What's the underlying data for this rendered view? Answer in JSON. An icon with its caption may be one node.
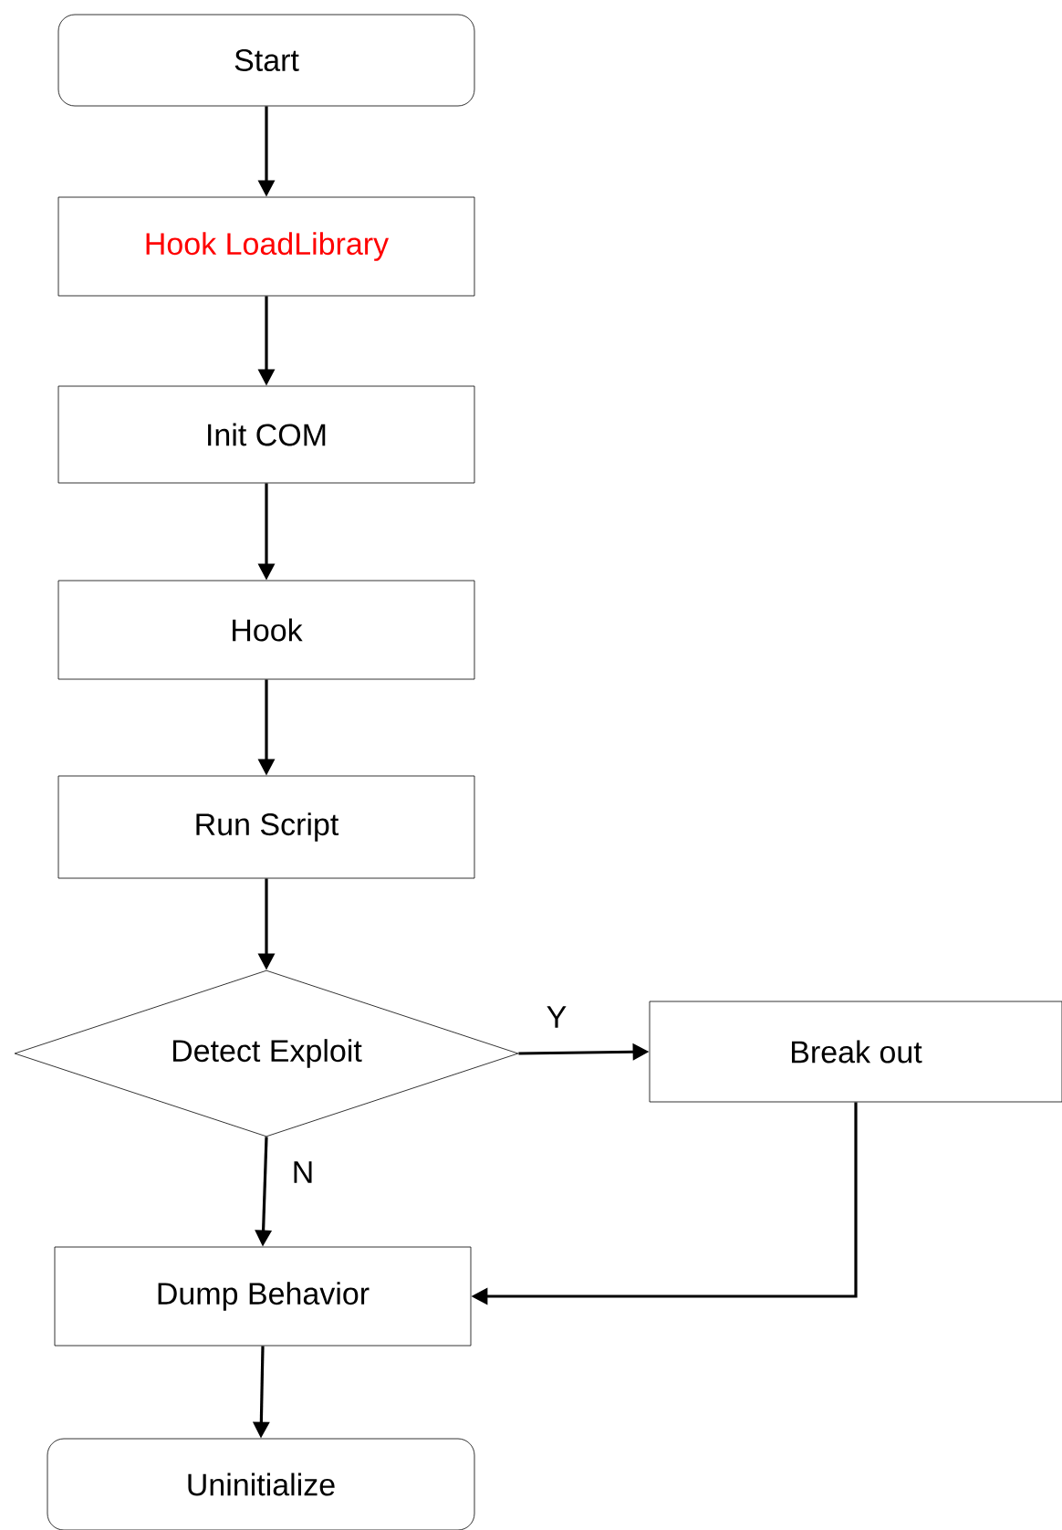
{
  "diagram": {
    "nodes": [
      {
        "text": [
          "Start"
        ]
      },
      {
        "text": [
          "Hook LoadLibrary"
        ]
      },
      {
        "text": [
          "Init COM"
        ]
      },
      {
        "text": [
          "Hook"
        ]
      },
      {
        "text": [
          "Run Script"
        ]
      },
      {
        "text": [
          "Detect Exploit"
        ]
      },
      {
        "text": [
          "Break out"
        ]
      },
      {
        "text": [
          "Dump Behavior"
        ]
      },
      {
        "text": [
          "Uninitialize"
        ]
      }
    ],
    "edges": [
      {
        "from": 0,
        "to": 1,
        "arrow": "to"
      },
      {
        "from": 1,
        "to": 2,
        "arrow": "to"
      },
      {
        "from": 2,
        "to": 3,
        "arrow": "to"
      },
      {
        "from": 3,
        "to": 4,
        "arrow": "to"
      },
      {
        "from": 4,
        "to": 5,
        "arrow": "to"
      },
      {
        "from": 5,
        "to": 6,
        "arrow": "to",
        "label": "Y"
      },
      {
        "from": 5,
        "to": 7,
        "arrow": "to",
        "label": "N"
      },
      {
        "from": 6,
        "to": 7,
        "arrow": "to"
      },
      {
        "from": 7,
        "to": 8,
        "arrow": "to"
      }
    ]
  }
}
